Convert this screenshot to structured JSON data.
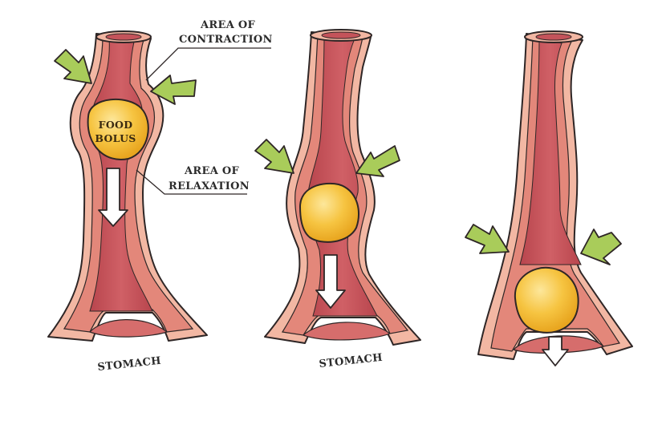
{
  "labels": {
    "area_of_contraction_line1": "AREA OF",
    "area_of_contraction_line2": "CONTRACTION",
    "food_bolus_line1": "FOOD",
    "food_bolus_line2": "BOLUS",
    "area_of_relaxation_line1": "AREA OF",
    "area_of_relaxation_line2": "RELAXATION",
    "stomach_panel1": "STOMACH",
    "stomach_panel2": "STOMACH"
  },
  "colors": {
    "outer_wall": "#f2b7a3",
    "muscle_layer": "#e3877a",
    "lumen": "#c4535a",
    "outline": "#2e2626",
    "bolus": "#f5c23c",
    "bolus_highlight": "#fbe28a",
    "contraction_arrow": "#a9cc5a",
    "stomach_inner": "#d66d6c"
  },
  "icons": {
    "contraction_arrow": "green-arrow-icon",
    "movement_arrow": "white-down-arrow-icon"
  }
}
